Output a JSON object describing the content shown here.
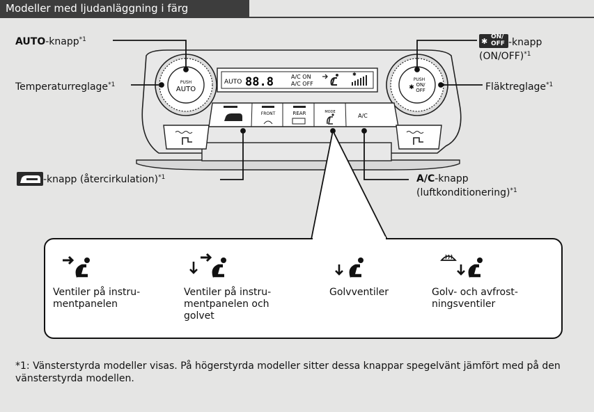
{
  "header": {
    "title": "Modeller med ljudanläggning i färg"
  },
  "labels": {
    "auto_bold": "AUTO",
    "auto_rest": "-knapp",
    "auto_sup": "*1",
    "temp": "Temperaturreglage",
    "temp_sup": "*1",
    "onoff_icon_top": "ON/",
    "onoff_icon_bottom": "OFF",
    "onoff_line1": "-knapp",
    "onoff_line2": "(ON/OFF)",
    "onoff_sup": "*1",
    "fan": "Fläktreglage",
    "fan_sup": "*1",
    "recirc": "-knapp (återcirkulation)",
    "recirc_sup": "*1",
    "ac_bold": "A/C",
    "ac_line1_rest": "-knapp",
    "ac_line2": "(luftkonditionering)",
    "ac_sup": "*1"
  },
  "panel": {
    "display_auto": "AUTO",
    "display_temp": "88.8",
    "display_ac_on": "A/C ON",
    "display_ac_off": "A/C OFF",
    "left_knob_push": "PUSH",
    "left_knob_auto": "AUTO",
    "right_knob_push": "PUSH",
    "right_knob_on": "ON/",
    "right_knob_off": "OFF",
    "btn_front": "FRONT",
    "btn_rear": "REAR",
    "btn_mode": "MODE",
    "btn_ac": "A/C"
  },
  "modes": [
    {
      "icon": "arrow-right-seat-icon",
      "label": "Ventiler på instru-mentpanelen"
    },
    {
      "icon": "arrow-down-right-seat-icon",
      "label": "Ventiler på instru-mentpanelen och golvet"
    },
    {
      "icon": "arrow-down-seat-icon",
      "label": "Golvventiler"
    },
    {
      "icon": "defrost-arrow-down-seat-icon",
      "label": "Golv- och avfrost-ningsventiler"
    }
  ],
  "footnote": "*1: Vänsterstyrda modeller visas. På högerstyrda modeller sitter dessa knappar spegelvänt jämfört med på den vänsterstyrda modellen."
}
